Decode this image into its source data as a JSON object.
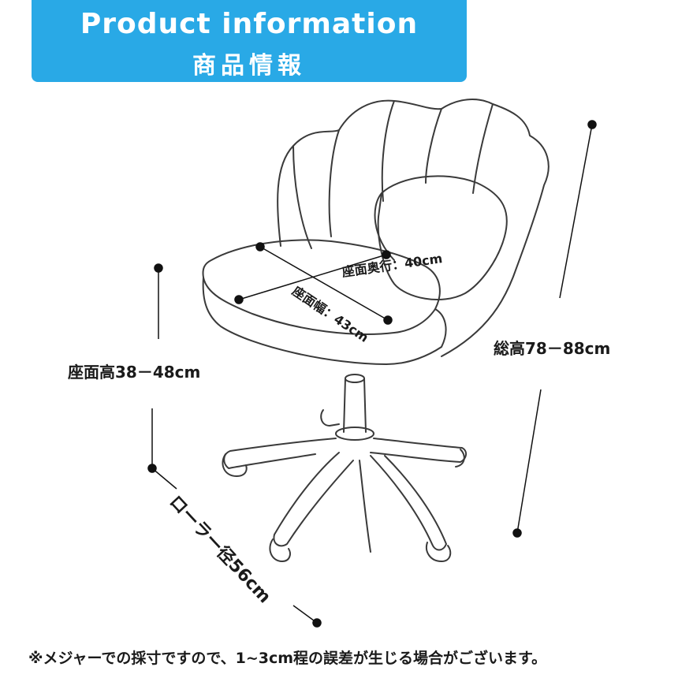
{
  "header": {
    "title_en": "Product information",
    "title_jp": "商品情報",
    "color": "#29a9e6"
  },
  "dimensions": {
    "seat_depth": "座面奥行：40cm",
    "seat_width": "座面幅：43cm",
    "seat_height": "座面高38－48cm",
    "total_height": "総高78－88cm",
    "roller_diameter": "ローラー径56cm"
  },
  "footnote": "※メジャーでの採寸ですので、1~3cm程の誤差が生じる場合がございます。"
}
